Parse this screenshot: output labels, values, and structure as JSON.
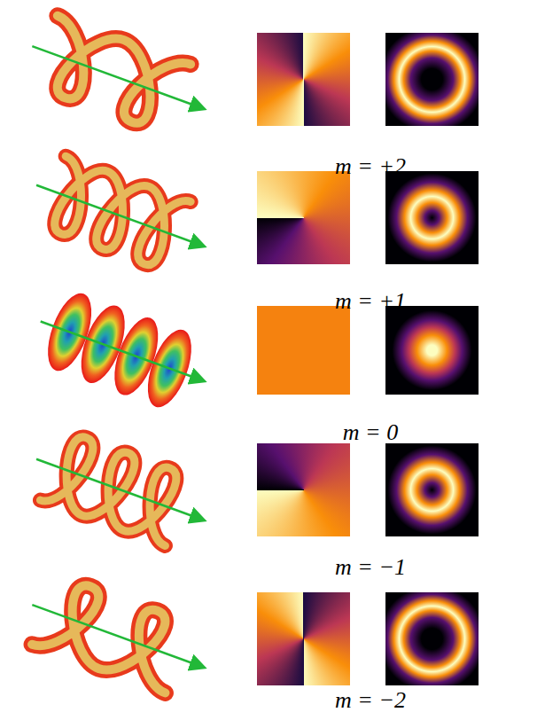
{
  "diagram": {
    "labels": [
      "m = +2",
      "m = +1",
      "m = 0",
      "m = −1",
      "m = −2"
    ]
  }
}
